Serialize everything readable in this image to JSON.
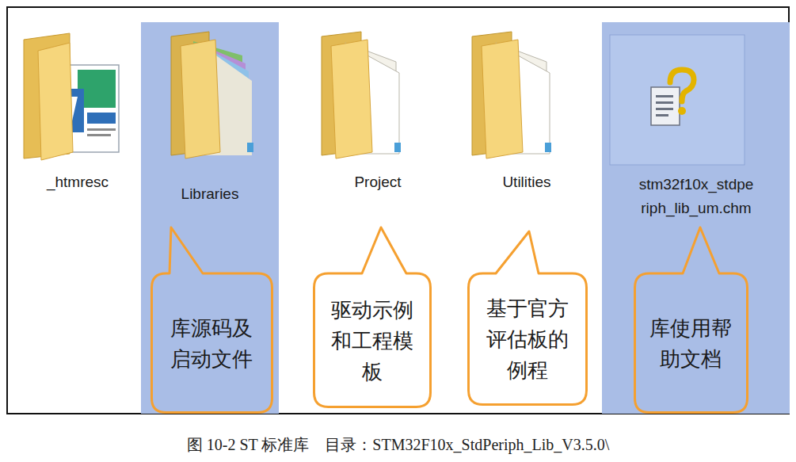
{
  "diagram": {
    "caption": "图 10-2 ST 标准库　目录：STM32F10x_StdPeriph_Lib_V3.5.0\\",
    "nodes": [
      {
        "text": [
          "Libraries"
        ]
      },
      {
        "text": [
          "库源码及启动文件"
        ],
        "in": 0
      },
      {
        "text": [
          "驱动示例和工程模板"
        ]
      },
      {
        "text": [
          "基于官方评估板的例程"
        ]
      },
      {
        "text": [
          "stm32f10x_stdperiph_lib_um.chm"
        ]
      },
      {
        "text": [
          "库使用帮助文档"
        ],
        "in": 4
      }
    ],
    "labels": [
      "_htmresc",
      "Project",
      "Utilities"
    ]
  }
}
